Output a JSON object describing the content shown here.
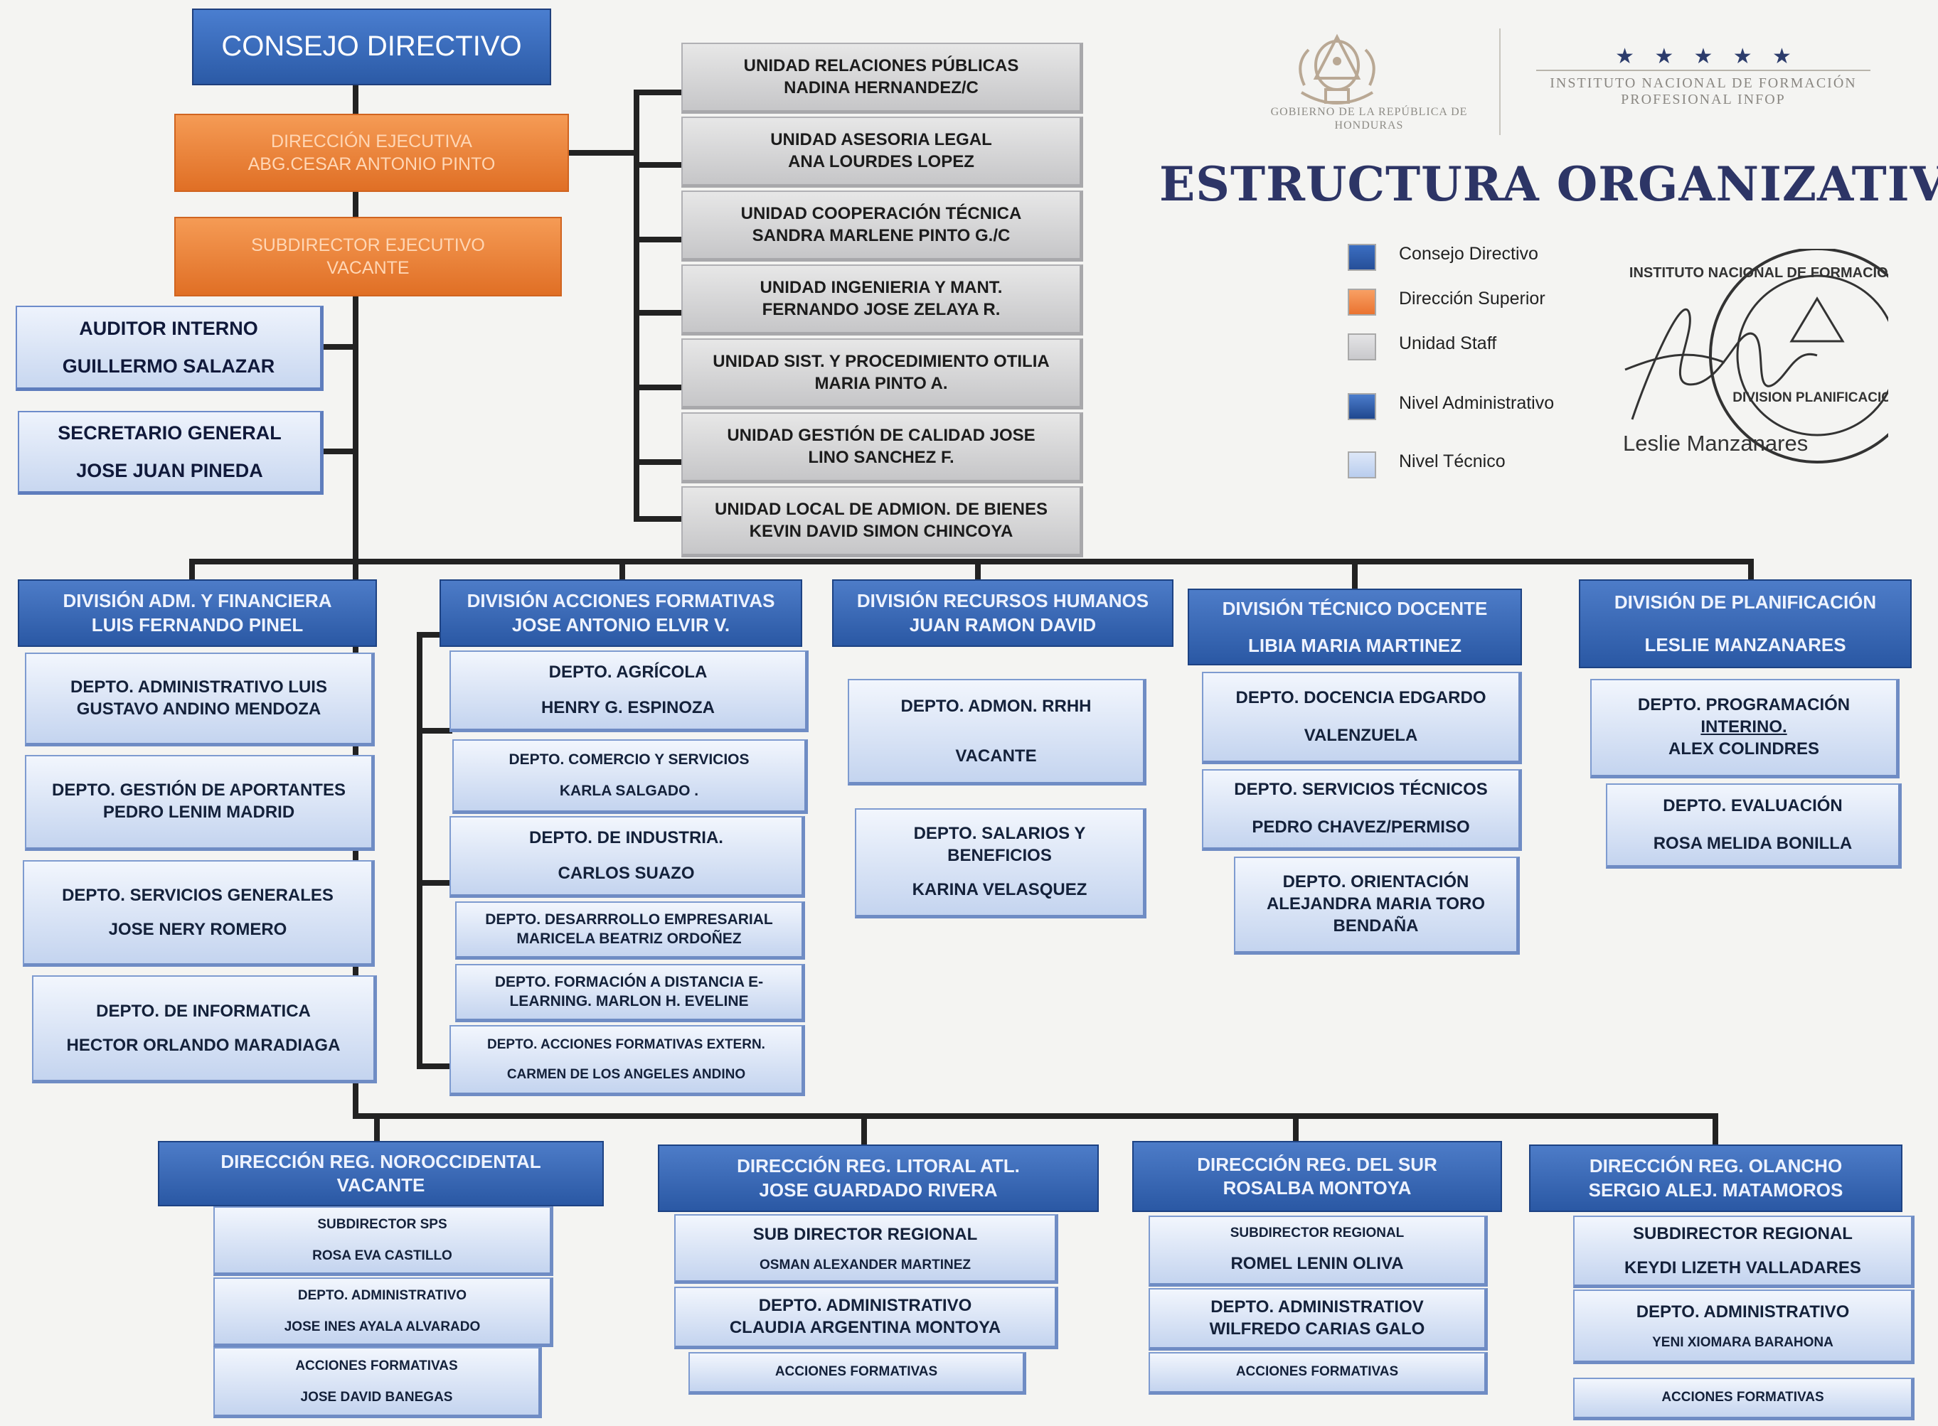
{
  "header": {
    "title": "ESTRUCTURA ORGANIZATIVA",
    "gov_caption_lines": [
      "GOBIERNO DE LA",
      "REPÚBLICA DE HONDURAS"
    ],
    "infop_stars": "★ ★ ★ ★ ★",
    "infop_lines": [
      "INSTITUTO NACIONAL DE",
      "FORMACIÓN PROFESIONAL",
      "INFOP"
    ]
  },
  "legend": [
    {
      "label": "Consejo Directivo",
      "color": "#2f5fb0"
    },
    {
      "label": "Dirección Superior",
      "color": "#ef7f35"
    },
    {
      "label": "Unidad Staff",
      "color": "#d2d2d4"
    },
    {
      "label": "Nivel Administrativo",
      "color": "#2b57a3"
    },
    {
      "label": "Nivel Técnico",
      "color": "#c7d7f3"
    }
  ],
  "signature": {
    "name": "Leslie Manzanares",
    "seal_ring_text": "INSTITUTO NACIONAL DE FORMACION PROFESIONAL",
    "seal_center_text": "DIVISION PLANIFICACION"
  },
  "top": {
    "council": "CONSEJO DIRECTIVO",
    "executive": [
      "DIRECCIÓN EJECUTIVA",
      "ABG.CESAR ANTONIO PINTO"
    ],
    "subdirector": [
      "SUBDIRECTOR EJECUTIVO",
      "VACANTE"
    ]
  },
  "side_units": [
    {
      "lines": [
        "AUDITOR INTERNO",
        "GUILLERMO SALAZAR"
      ]
    },
    {
      "lines": [
        "SECRETARIO GENERAL",
        "JOSE JUAN PINEDA"
      ]
    }
  ],
  "staff_units": [
    {
      "lines": [
        "UNIDAD RELACIONES PÚBLICAS",
        "NADINA HERNANDEZ/C"
      ]
    },
    {
      "lines": [
        "UNIDAD ASESORIA LEGAL",
        "ANA LOURDES LOPEZ"
      ]
    },
    {
      "lines": [
        "UNIDAD COOPERACIÓN TÉCNICA",
        "SANDRA MARLENE PINTO G./C"
      ]
    },
    {
      "lines": [
        "UNIDAD INGENIERIA Y MANT.",
        "FERNANDO JOSE ZELAYA R."
      ]
    },
    {
      "lines": [
        "UNIDAD SIST. Y PROCEDIMIENTO OTILIA",
        "MARIA PINTO A."
      ]
    },
    {
      "lines": [
        "UNIDAD GESTIÓN DE CALIDAD JOSE",
        "LINO SANCHEZ F."
      ]
    },
    {
      "lines": [
        "UNIDAD LOCAL DE ADMION. DE BIENES",
        "KEVIN DAVID SIMON CHINCOYA"
      ]
    }
  ],
  "divisions": [
    {
      "lines": [
        "DIVISIÓN ADM. Y FINANCIERA",
        "LUIS FERNANDO PINEL"
      ],
      "departments": [
        {
          "lines": [
            "DEPTO. ADMINISTRATIVO LUIS",
            "GUSTAVO ANDINO MENDOZA"
          ]
        },
        {
          "lines": [
            "DEPTO. GESTIÓN DE APORTANTES",
            "PEDRO LENIM MADRID"
          ]
        },
        {
          "lines": [
            "DEPTO. SERVICIOS GENERALES",
            "JOSE NERY ROMERO"
          ]
        },
        {
          "lines": [
            "DEPTO. DE INFORMATICA",
            "HECTOR ORLANDO MARADIAGA"
          ]
        }
      ]
    },
    {
      "lines": [
        "DIVISIÓN ACCIONES FORMATIVAS",
        "JOSE ANTONIO ELVIR V."
      ],
      "departments": [
        {
          "lines": [
            "DEPTO. AGRÍCOLA",
            "HENRY G. ESPINOZA"
          ]
        },
        {
          "lines": [
            "DEPTO. COMERCIO Y SERVICIOS",
            "KARLA SALGADO ."
          ]
        },
        {
          "lines": [
            "DEPTO. DE INDUSTRIA.",
            "CARLOS SUAZO"
          ]
        },
        {
          "lines": [
            "DEPTO. DESARRROLLO EMPRESARIAL",
            "MARICELA BEATRIZ ORDOÑEZ"
          ]
        },
        {
          "lines": [
            "DEPTO. FORMACIÓN A DISTANCIA E-",
            "LEARNING. MARLON H. EVELINE"
          ]
        },
        {
          "lines": [
            "DEPTO. ACCIONES FORMATIVAS EXTERN.",
            "CARMEN DE LOS ANGELES ANDINO"
          ]
        }
      ]
    },
    {
      "lines": [
        "DIVISIÓN RECURSOS HUMANOS",
        "JUAN RAMON DAVID"
      ],
      "departments": [
        {
          "lines": [
            "DEPTO. ADMON. RRHH",
            "VACANTE"
          ]
        },
        {
          "lines": [
            "DEPTO. SALARIOS Y",
            "BENEFICIOS",
            "KARINA VELASQUEZ"
          ]
        }
      ]
    },
    {
      "lines": [
        "DIVISIÓN TÉCNICO DOCENTE",
        "LIBIA MARIA MARTINEZ"
      ],
      "departments": [
        {
          "lines": [
            "DEPTO. DOCENCIA EDGARDO",
            "VALENZUELA"
          ]
        },
        {
          "lines": [
            "DEPTO. SERVICIOS TÉCNICOS",
            "PEDRO CHAVEZ/PERMISO"
          ]
        },
        {
          "lines": [
            "DEPTO. ORIENTACIÓN",
            "ALEJANDRA MARIA TORO",
            "BENDAÑA"
          ]
        }
      ]
    },
    {
      "lines": [
        "DIVISIÓN DE PLANIFICACIÓN",
        "LESLIE MANZANARES"
      ],
      "departments": [
        {
          "lines": [
            "DEPTO. PROGRAMACIÓN",
            "INTERINO.",
            "ALEX COLINDRES"
          ]
        },
        {
          "lines": [
            "DEPTO. EVALUACIÓN",
            "ROSA MELIDA BONILLA"
          ]
        }
      ]
    }
  ],
  "regions": [
    {
      "lines": [
        "DIRECCIÓN REG. NOROCCIDENTAL",
        "VACANTE"
      ],
      "units": [
        {
          "lines": [
            "SUBDIRECTOR SPS",
            "ROSA EVA CASTILLO"
          ]
        },
        {
          "lines": [
            "DEPTO. ADMINISTRATIVO",
            "JOSE INES AYALA ALVARADO"
          ]
        },
        {
          "lines": [
            "ACCIONES FORMATIVAS",
            "JOSE DAVID BANEGAS"
          ]
        }
      ]
    },
    {
      "lines": [
        "DIRECCIÓN REG. LITORAL ATL.",
        "JOSE GUARDADO RIVERA"
      ],
      "units": [
        {
          "lines": [
            "SUB DIRECTOR REGIONAL",
            "OSMAN ALEXANDER MARTINEZ"
          ]
        },
        {
          "lines": [
            "DEPTO. ADMINISTRATIVO",
            "CLAUDIA ARGENTINA MONTOYA"
          ]
        },
        {
          "lines": [
            "ACCIONES FORMATIVAS"
          ]
        }
      ]
    },
    {
      "lines": [
        "DIRECCIÓN REG. DEL SUR",
        "ROSALBA MONTOYA"
      ],
      "units": [
        {
          "lines": [
            "SUBDIRECTOR REGIONAL",
            "ROMEL LENIN OLIVA"
          ]
        },
        {
          "lines": [
            "DEPTO. ADMINISTRATIOV",
            "WILFREDO CARIAS GALO"
          ]
        },
        {
          "lines": [
            "ACCIONES FORMATIVAS"
          ]
        }
      ]
    },
    {
      "lines": [
        "DIRECCIÓN REG. OLANCHO",
        "SERGIO ALEJ. MATAMOROS"
      ],
      "units": [
        {
          "lines": [
            "SUBDIRECTOR REGIONAL",
            "KEYDI LIZETH VALLADARES"
          ]
        },
        {
          "lines": [
            "DEPTO. ADMINISTRATIVO",
            "YENI XIOMARA BARAHONA"
          ]
        },
        {
          "lines": [
            "ACCIONES FORMATIVAS"
          ]
        }
      ]
    }
  ]
}
